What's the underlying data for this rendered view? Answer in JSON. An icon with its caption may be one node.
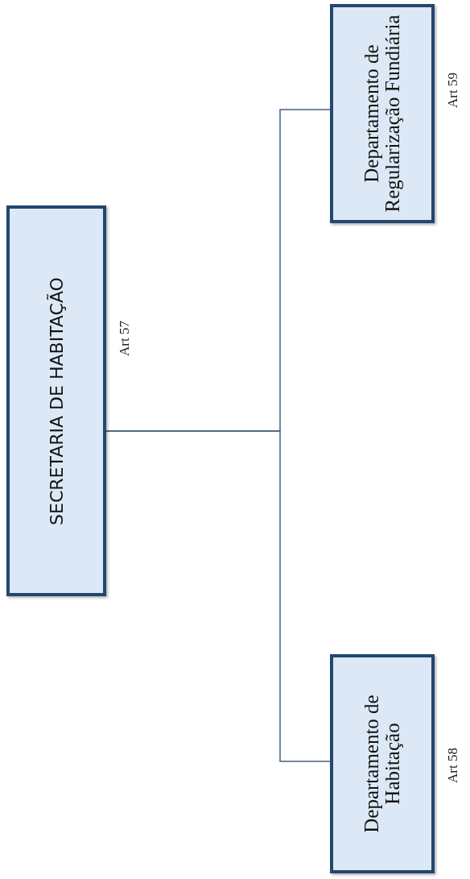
{
  "diagram": {
    "nodes": [
      {
        "text": [
          "SECRETARIA DE HABITAÇÃO"
        ],
        "beside": [
          "Art 57"
        ]
      },
      {
        "text": [
          "Departamento de Habitação"
        ],
        "beside": [
          "Art 58"
        ]
      },
      {
        "text": [
          "Departamento de Regularização Fundiária"
        ],
        "beside": [
          "Art 59"
        ]
      }
    ],
    "edges": [
      {
        "from": 0,
        "to": 1,
        "arrow": "none"
      },
      {
        "from": 0,
        "to": 2,
        "arrow": "none"
      }
    ]
  }
}
